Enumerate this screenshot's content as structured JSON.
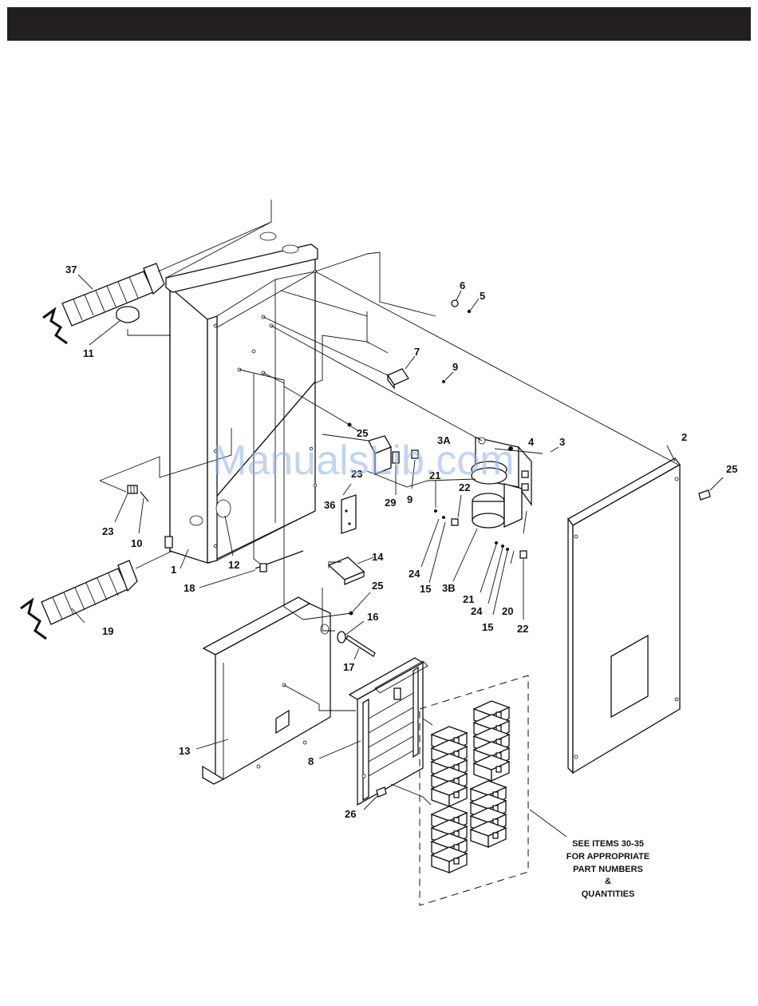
{
  "header": {
    "title": ""
  },
  "watermark": "ManualsLib.com",
  "callouts": {
    "c37": "37",
    "c11": "11",
    "c6": "6",
    "c5": "5",
    "c7": "7",
    "c9a": "9",
    "c25a": "25",
    "c23b": "23",
    "c3a": "3A",
    "c4": "4",
    "c3": "3",
    "c2": "2",
    "c25b": "25",
    "c21a": "21",
    "c22a": "22",
    "c29": "29",
    "c9b": "9",
    "c23": "23",
    "c10": "10",
    "c36": "36",
    "c1": "1",
    "c12": "12",
    "c18": "18",
    "c14": "14",
    "c24a": "24",
    "c15a": "15",
    "c3b": "3B",
    "c21b": "21",
    "c24b": "24",
    "c20": "20",
    "c15b": "15",
    "c22b": "22",
    "c25c": "25",
    "c16": "16",
    "c19": "19",
    "c17": "17",
    "c13": "13",
    "c8": "8",
    "c26": "26"
  },
  "note": {
    "line1": "SEE ITEMS 30-35",
    "line2": "FOR APPROPRIATE",
    "line3": "PART NUMBERS",
    "line4": "&",
    "line5": "QUANTITIES"
  }
}
